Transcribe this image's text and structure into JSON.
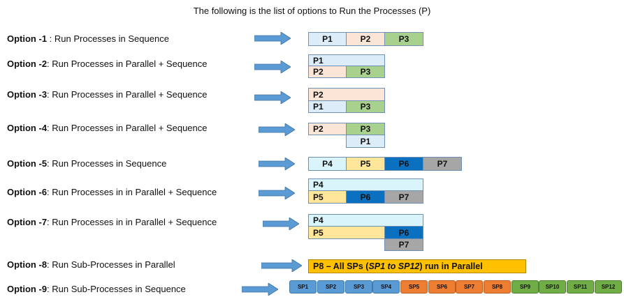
{
  "title": "The following is the list of  options to Run the Processes (P)",
  "options": [
    {
      "name": "Option -1",
      "desc": " : Run Processes in Sequence"
    },
    {
      "name": "Option -2",
      "desc": ": Run Processes in Parallel + Sequence"
    },
    {
      "name": "Option -3",
      "desc": ": Run Processes in Parallel + Sequence"
    },
    {
      "name": "Option -4",
      "desc": ": Run Processes in Parallel + Sequence"
    },
    {
      "name": "Option -5",
      "desc": ": Run Processes in Sequence"
    },
    {
      "name": "Option -6",
      "desc": ": Run Processes in in Parallel + Sequence"
    },
    {
      "name": "Option -7",
      "desc": ": Run Processes in in Parallel + Sequence"
    },
    {
      "name": "Option -8",
      "desc": ": Run Sub-Processes in Parallel"
    },
    {
      "name": "Option -9",
      "desc": ": Run Sub-Processes in Sequence"
    }
  ],
  "processes": {
    "p1": "P1",
    "p2": "P2",
    "p3": "P3",
    "p4": "P4",
    "p5": "P5",
    "p6": "P6",
    "p7": "P7"
  },
  "p8_banner": {
    "lead": "P8 – All SPs (",
    "range": "SP1 to SP12",
    "tail": ") run in Parallel"
  },
  "sub_processes": [
    "SP1",
    "SP2",
    "SP3",
    "SP4",
    "SP5",
    "SP6",
    "SP7",
    "SP8",
    "SP9",
    "SP10",
    "SP11",
    "SP12"
  ],
  "colors": {
    "arrow": "#5b9bd5",
    "p1": "#dcecf8",
    "p2": "#fbe5d6",
    "p3": "#a9d18e",
    "p4": "#d9f5fb",
    "p5": "#ffe699",
    "p6": "#0b70c0",
    "p7": "#a6a6a6",
    "p8": "#ffc000",
    "sp_group_1": "#5b9bd5",
    "sp_group_2": "#ed7d31",
    "sp_group_3": "#70ad47"
  }
}
